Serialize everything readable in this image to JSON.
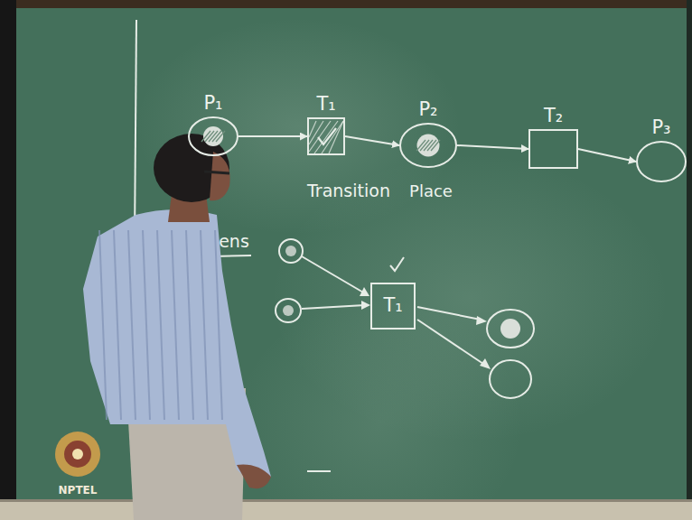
{
  "diagram": {
    "nodes": [
      {
        "text": [
          "P₁"
        ]
      },
      {
        "text": [
          "T₁"
        ]
      },
      {
        "text": [
          "P₂"
        ]
      },
      {
        "text": [
          "T₂"
        ]
      },
      {
        "text": [
          "P₃"
        ]
      },
      {
        "text": [
          "T₁"
        ]
      }
    ],
    "edges": [
      {
        "from": 0,
        "to": 1,
        "arrow": "to"
      },
      {
        "from": 1,
        "to": 2,
        "arrow": "to"
      },
      {
        "from": 2,
        "to": 3,
        "arrow": "to"
      },
      {
        "from": 3,
        "to": 4,
        "arrow": "to"
      }
    ],
    "labels": [
      "Transition",
      "Place",
      "ens",
      "NPTEL"
    ]
  }
}
